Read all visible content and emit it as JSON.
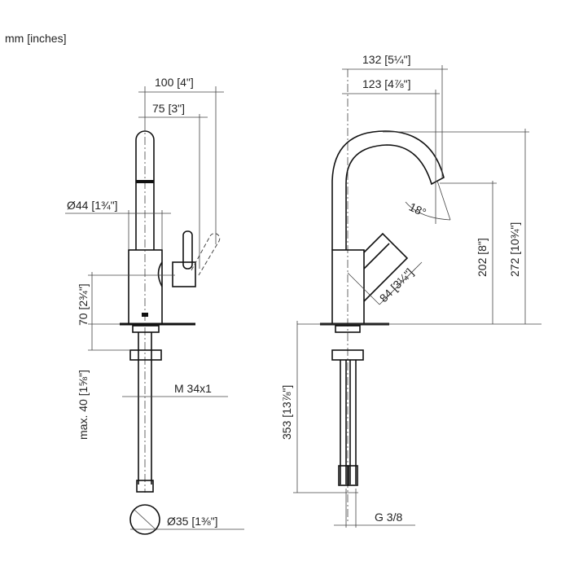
{
  "units_label": "mm [inches]",
  "side_view": {
    "width_100": "100 [4\"]",
    "width_75": "75 [3\"]",
    "diameter_44": "Ø44 [1¾\"]",
    "height_70": "70 [2¾\"]",
    "max_40": "max. 40 [1⅝\"]",
    "thread": "M 34x1",
    "hole_diameter": "Ø35 [1⅜\"]"
  },
  "front_view": {
    "width_132": "132 [5¼\"]",
    "width_123": "123 [4⅞\"]",
    "angle": "18°",
    "handle_84": "84 [3¼\"]",
    "height_202": "202 [8\"]",
    "height_272": "272 [10¾\"]",
    "length_353": "353 [13⅞\"]",
    "connection": "G 3/8"
  }
}
